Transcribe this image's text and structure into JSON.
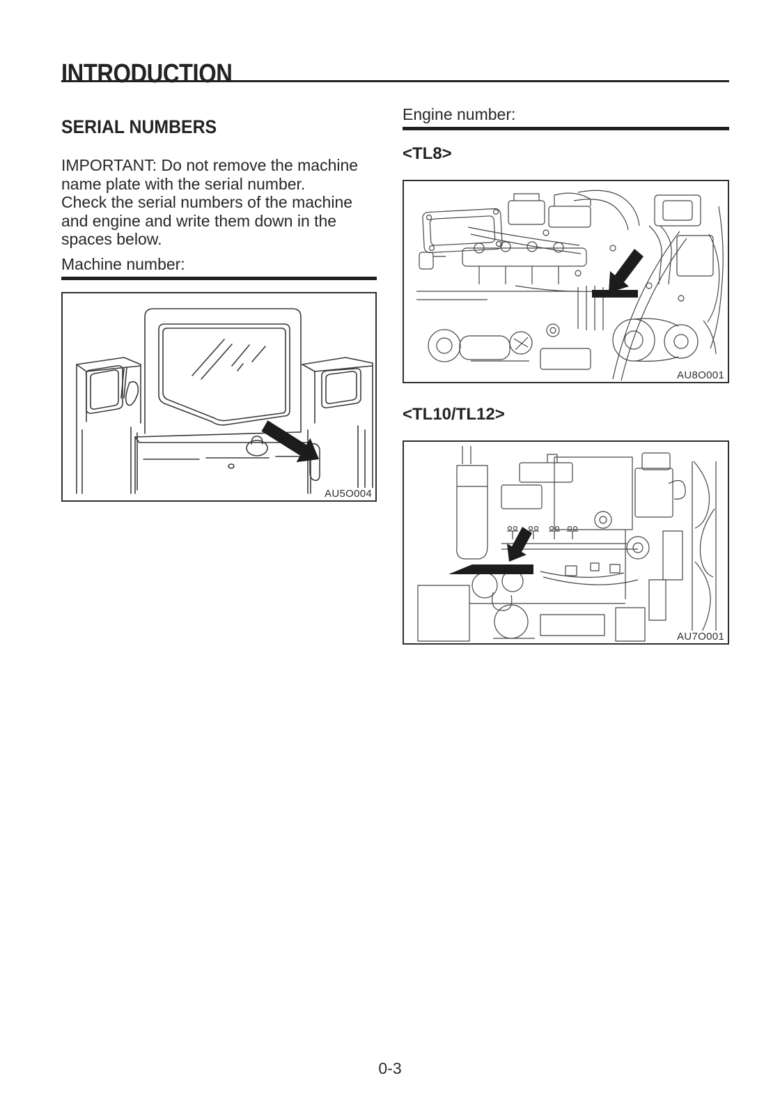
{
  "page": {
    "title": "INTRODUCTION",
    "number": "0-3"
  },
  "serial_numbers": {
    "heading": "SERIAL NUMBERS",
    "important_note": "IMPORTANT: Do not remove the machine\nname plate with the serial number.\nCheck the serial numbers of the machine\nand engine and write them down in the\nspaces below.",
    "machine_number_label": "Machine number:",
    "machine_figure_code": "AU5O004"
  },
  "engine_numbers": {
    "engine_number_label": "Engine number:",
    "tl8_heading": "<TL8>",
    "tl8_figure_code": "AU8O001",
    "tl10_tl12_heading": "<TL10/TL12>",
    "tl10_tl12_figure_code": "AU7O001"
  },
  "colors": {
    "text": "#1e1e1e",
    "line_art": "#3c3c3c",
    "callout_fill": "#1c1c1c"
  }
}
